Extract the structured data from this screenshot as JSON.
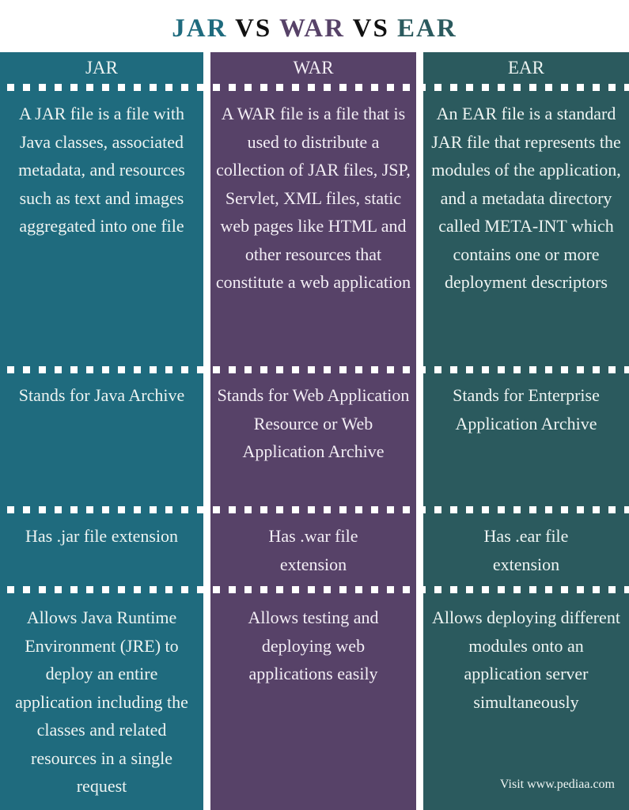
{
  "title": {
    "part1": "JAR",
    "vs1": " VS ",
    "part2": "WAR",
    "vs2": " VS ",
    "part3": "EAR"
  },
  "colors": {
    "jar": "#1f6b7e",
    "war": "#574268",
    "ear": "#2b5a5e",
    "separator": "#ffffff"
  },
  "columns": [
    {
      "header": "JAR",
      "definition": "A JAR file is a file with Java classes, associated metadata, and resources such as text and images aggregated into one file",
      "stands_for": "Stands for Java Archive",
      "extension": "Has .jar file extension",
      "usage": "Allows Java Runtime Environment (JRE) to deploy an entire application including the classes and related resources in a single request"
    },
    {
      "header": "WAR",
      "definition": "A WAR file is a file that is used to distribute a collection of JAR files, JSP, Servlet, XML files, static web pages like HTML and other resources that constitute a web application",
      "stands_for": "Stands for Web Application Resource or Web Application Archive",
      "extension": "Has .war file extension",
      "usage": "Allows testing and deploying web applications easily"
    },
    {
      "header": "EAR",
      "definition": "An EAR file is a standard JAR file that represents the modules of the application, and a metadata directory called META-INT which contains one or more deployment descriptors",
      "stands_for": "Stands for Enterprise Application Archive",
      "extension": "Has .ear file extension",
      "usage": "Allows deploying different modules onto an application server simultaneously"
    }
  ],
  "footer": {
    "credit": "Visit www.pediaa.com"
  }
}
